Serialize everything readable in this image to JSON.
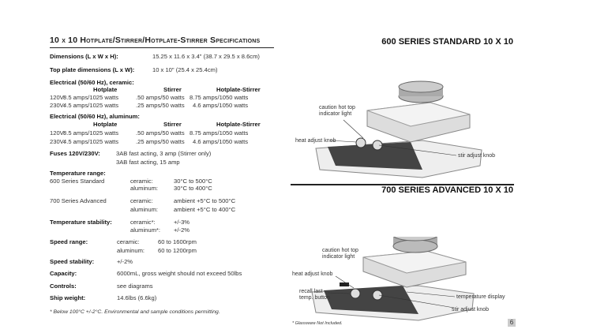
{
  "title": "10 x 10 Hotplate/Stirrer/Hotplate-Stirrer Specifications",
  "dimensions": {
    "label": "Dimensions (L x W x H):",
    "value": "15.25 x 11.6 x 3.4\" (38.7 x 29.5 x 8.6cm)"
  },
  "top_plate": {
    "label": "Top plate dimensions (L x W):",
    "value": "10 x 10\" (25.4 x 25.4cm)"
  },
  "electrical_ceramic": {
    "label": "Electrical (50/60 Hz), ceramic:",
    "headers": [
      "Hotplate",
      "Stirrer",
      "Hotplate-Stirrer"
    ],
    "rows": [
      {
        "v": "120V:",
        "c": [
          "8.5 amps/1025 watts",
          ".50 amps/50 watts",
          "8.75 amps/1050 watts"
        ]
      },
      {
        "v": "230V:",
        "c": [
          "4.5 amps/1025 watts",
          ".25 amps/50 watts",
          "4.6 amps/1050 watts"
        ]
      }
    ]
  },
  "electrical_aluminum": {
    "label": "Electrical (50/60 Hz), aluminum:",
    "headers": [
      "Hotplate",
      "Stirrer",
      "Hotplate-Stirrer"
    ],
    "rows": [
      {
        "v": "120V:",
        "c": [
          "8.5 amps/1025 watts",
          ".50 amps/50 watts",
          "8.75 amps/1050 watts"
        ]
      },
      {
        "v": "230V:",
        "c": [
          "4.5 amps/1025 watts",
          ".25 amps/50 watts",
          "4.6 amps/1050 watts"
        ]
      }
    ]
  },
  "fuses": {
    "label": "Fuses 120V/230V:",
    "values": [
      "3AB fast acting, 3 amp (Stirrer only)",
      "3AB fast acting, 15 amp"
    ]
  },
  "temp_range": {
    "label": "Temperature range:",
    "rows": [
      {
        "s": "600 Series Standard",
        "m": "ceramic:",
        "v": "30°C to 500°C"
      },
      {
        "s": "",
        "m": "aluminum:",
        "v": "30°C to 400°C"
      },
      {
        "s": "700 Series Advanced",
        "m": "ceramic:",
        "v": "ambient +5°C to 500°C"
      },
      {
        "s": "",
        "m": "aluminum:",
        "v": "ambient +5°C to 400°C"
      }
    ]
  },
  "temp_stability": {
    "label": "Temperature stability:",
    "rows": [
      {
        "m": "ceramic*:",
        "v": "+/-3%"
      },
      {
        "m": "aluminum*:",
        "v": "+/-2%"
      }
    ]
  },
  "speed_range": {
    "label": "Speed range:",
    "rows": [
      {
        "m": "ceramic:",
        "v": "60 to 1600rpm"
      },
      {
        "m": "aluminum:",
        "v": "60 to 1200rpm"
      }
    ]
  },
  "speed_stability": {
    "label": "Speed stability:",
    "value": "+/-2%"
  },
  "capacity": {
    "label": "Capacity:",
    "value": "6000mL, gross weight should not exceed 50lbs"
  },
  "controls": {
    "label": "Controls:",
    "value": "see diagrams"
  },
  "ship_weight": {
    "label": "Ship weight:",
    "value": "14.6lbs (6.6kg)"
  },
  "footnote": "* Below 100°C +/-2°C. Environmental and sample conditions permitting.",
  "s600": {
    "title": "600 SERIES STANDARD 10 X 10",
    "caution": "caution hot top",
    "caution2": "indicator light",
    "heat": "heat adjust knob",
    "stir": "stir adjust knob"
  },
  "s700": {
    "title": "700 SERIES ADVANCED 10 X 10",
    "caution": "caution hot top",
    "caution2": "indicator light",
    "heat": "heat adjust knob",
    "recall": "recall last",
    "recall2": "temp. button",
    "display": "temperature display",
    "stir": "stir adjust knob"
  },
  "glassware_note": "* Glassware Not Included.",
  "page_number": "6"
}
